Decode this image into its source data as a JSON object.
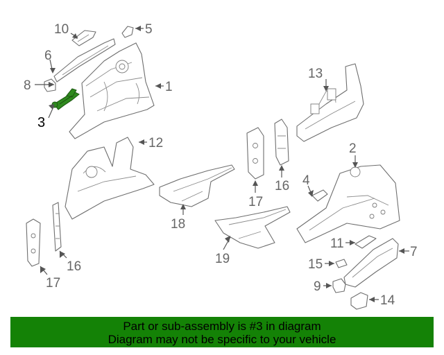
{
  "callouts": [
    {
      "label": "1"
    },
    {
      "label": "2"
    },
    {
      "label": "3"
    },
    {
      "label": "4"
    },
    {
      "label": "5"
    },
    {
      "label": "6"
    },
    {
      "label": "7"
    },
    {
      "label": "8"
    },
    {
      "label": "9"
    },
    {
      "label": "10"
    },
    {
      "label": "11"
    },
    {
      "label": "12"
    },
    {
      "label": "13"
    },
    {
      "label": "14"
    },
    {
      "label": "15"
    },
    {
      "label": "16"
    },
    {
      "label": "16"
    },
    {
      "label": "17"
    },
    {
      "label": "17"
    },
    {
      "label": "18"
    },
    {
      "label": "19"
    }
  ],
  "highlighted_part": "3",
  "colors": {
    "banner_background": "#148206",
    "highlight_part": "#2f8a1e",
    "line_art": "#6e6e6e"
  },
  "banner": {
    "line1": "Part or sub-assembly is #3 in diagram",
    "line2": "Diagram may not be specific to your vehicle"
  }
}
